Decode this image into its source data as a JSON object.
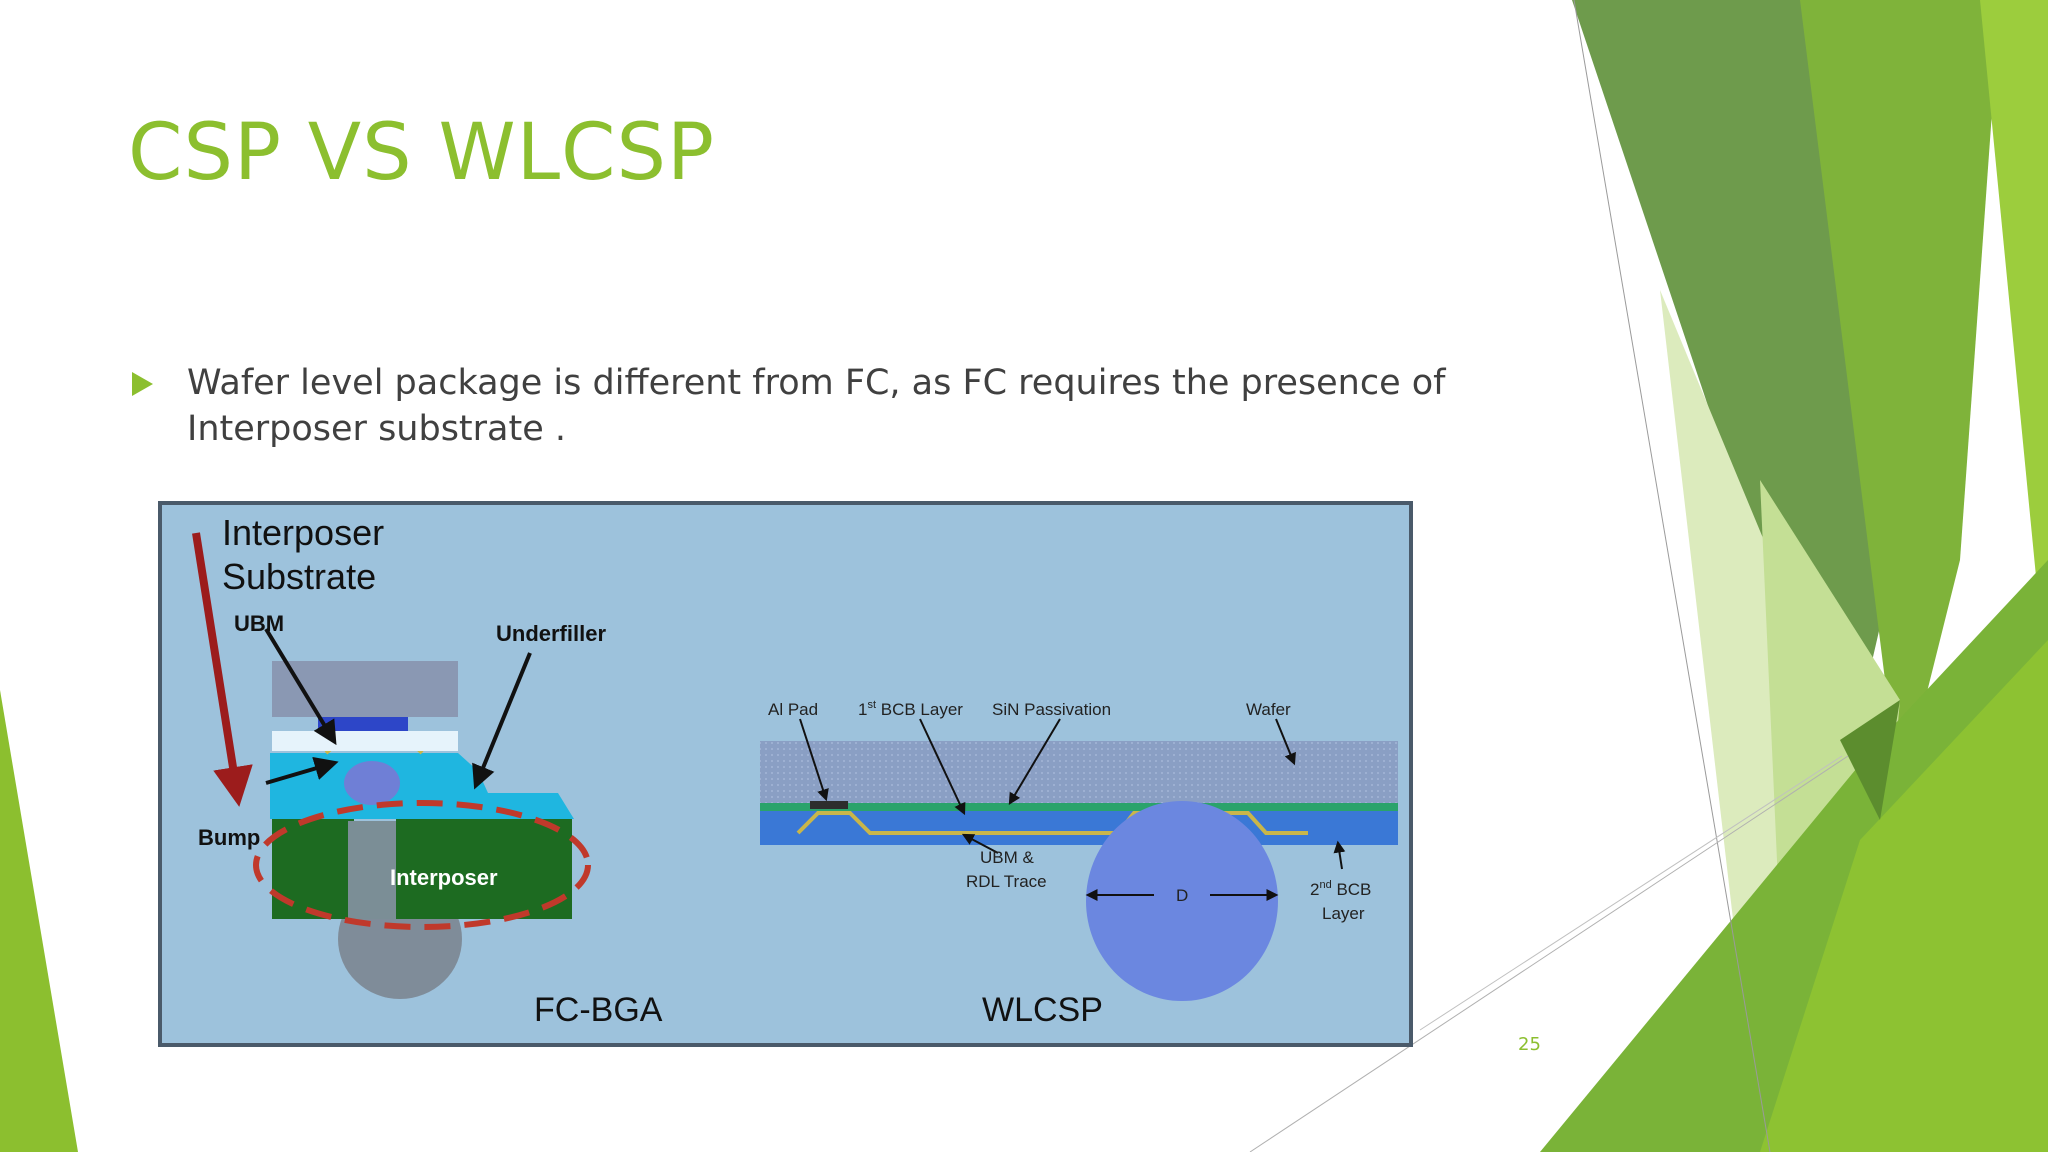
{
  "slide": {
    "title": "CSP VS WLCSP",
    "bullet": "Wafer level package is different from FC, as FC requires the presence of Interposer substrate .",
    "slide_number": "25",
    "accent_color": "#8cbf2f",
    "bullet_icon": "triangle-right-icon"
  },
  "figure": {
    "frame_color": "#4a5a6a",
    "background_color": "#9dc2dc",
    "fc_bga": {
      "interposer_substrate_line1": "Interposer",
      "interposer_substrate_line2": "Substrate",
      "ubm": "UBM",
      "underfiller": "Underfiller",
      "bump": "Bump",
      "interposer": "Interposer",
      "caption": "FC-BGA"
    },
    "wlcsp": {
      "al_pad": "Al Pad",
      "bcb1_num": "1",
      "bcb1_sup": "st",
      "bcb1_rest": " BCB Layer",
      "sin_passivation": "SiN Passivation",
      "wafer": "Wafer",
      "ubm_line1": "UBM &",
      "ubm_line2": "RDL Trace",
      "diameter": "D",
      "bcb2_num": "2",
      "bcb2_sup": "nd",
      "bcb2_rest": " BCB",
      "bcb2_line2": "Layer",
      "caption": "WLCSP"
    }
  }
}
